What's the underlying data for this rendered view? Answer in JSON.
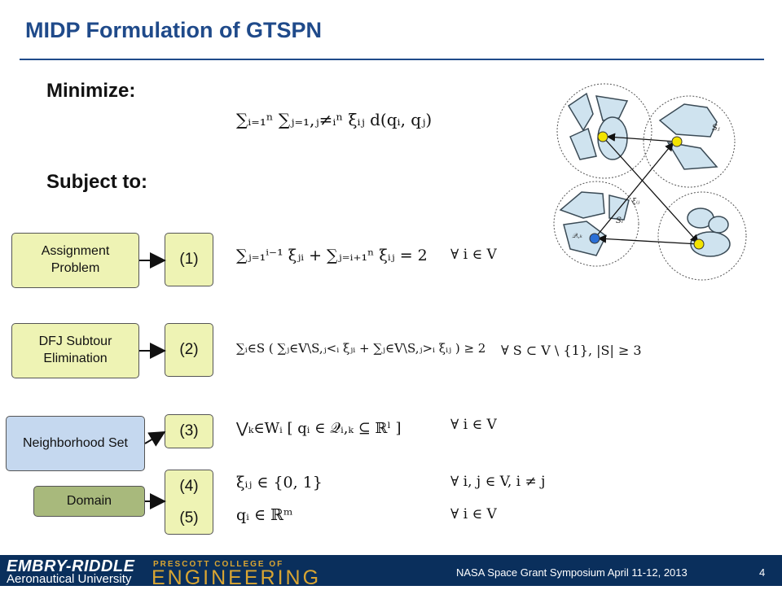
{
  "slide": {
    "title": "MIDP Formulation of GTSPN",
    "minimize_label": "Minimize:",
    "subject_to_label": "Subject to:"
  },
  "constraints": [
    {
      "label": "Assignment Problem",
      "number": "(1)"
    },
    {
      "label": "DFJ Subtour Elimination",
      "number": "(2)"
    },
    {
      "label": "Neighborhood Set",
      "number": "(3)"
    },
    {
      "label": "Domain",
      "numbers": [
        "(4)",
        "(5)"
      ]
    }
  ],
  "math": {
    "objective": "∑ᵢ₌₁ⁿ ∑ⱼ₌₁,ⱼ≠ᵢⁿ ξᵢⱼ d(qᵢ, qⱼ)",
    "c1": "∑ⱼ₌₁ⁱ⁻¹ ξⱼᵢ + ∑ⱼ₌ᵢ₊₁ⁿ ξᵢⱼ = 2",
    "c1_q": "∀ i ∈ V",
    "c2": "∑ᵢ∈S ( ∑ⱼ∈V\\S,ⱼ<ᵢ ξⱼᵢ + ∑ⱼ∈V\\S,ⱼ>ᵢ ξᵢⱼ ) ≥ 2",
    "c2_q": "∀ S ⊂ V \\ {1}, |S| ≥ 3",
    "c3": "⋁ₖ∈Wᵢ [ qᵢ ∈ 𝒬ᵢ,ₖ ⊆ ℝˡ ]",
    "c3_q": "∀ i ∈ V",
    "c4": "ξᵢⱼ ∈ {0, 1}",
    "c4_q": "∀ i, j ∈ V, i ≠ j",
    "c5": "qᵢ ∈ ℝᵐ",
    "c5_q": "∀ i ∈ V"
  },
  "diagram": {
    "labels": [
      "Sⱼ",
      "ξᵢⱼ",
      "Sᵢ",
      "𝒬ᵢ,ₖ"
    ],
    "colors": {
      "region_fill": "#cfe3ef",
      "region_stroke": "#3a4a55",
      "yellow_point": "#f3e400",
      "blue_point": "#2a6fd6"
    }
  },
  "footer": {
    "logo_line1": "EMBRY-RIDDLE",
    "logo_line2": "Aeronautical University",
    "college_line1": "PRESCOTT COLLEGE OF",
    "college_line2": "ENGINEERING",
    "event": "NASA Space Grant Symposium April  11-12, 2013",
    "page": "4"
  }
}
